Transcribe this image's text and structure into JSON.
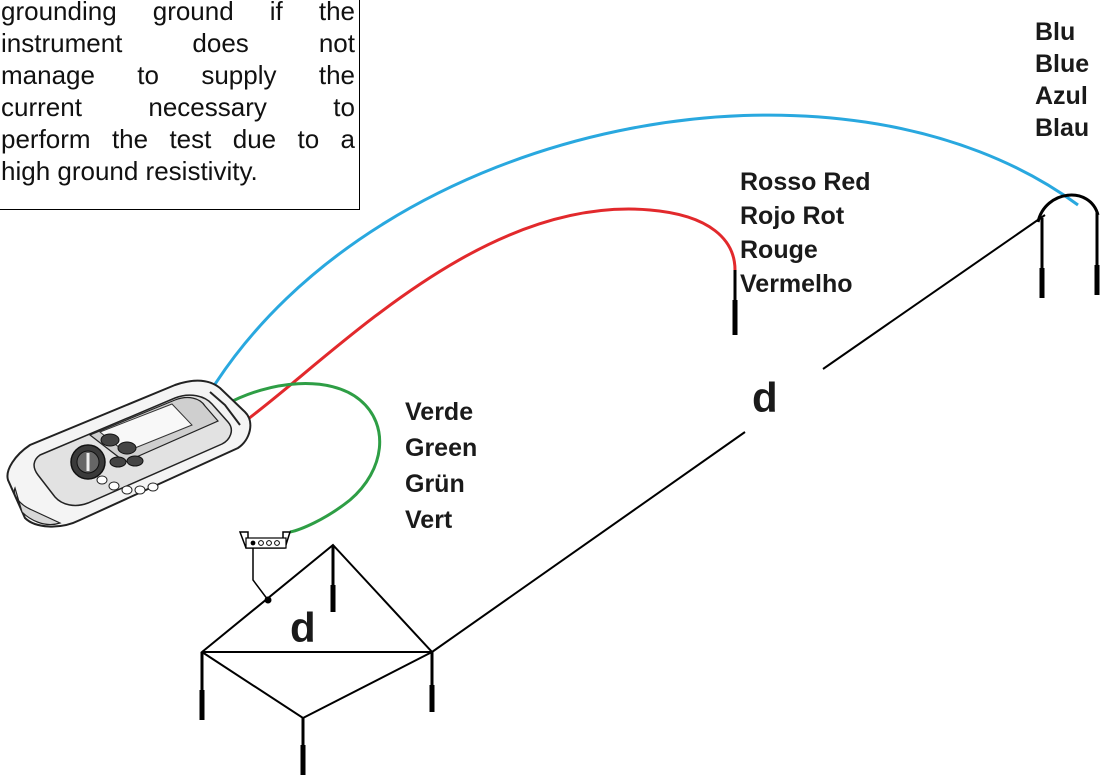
{
  "note": {
    "lines": [
      "grounding ground if the",
      "instrument does not",
      "manage to supply the",
      "current necessary to",
      "perform the test due to a",
      "high ground resistivity."
    ]
  },
  "leads": {
    "blue": {
      "names": [
        "Blu",
        "Blue",
        "Azul",
        "Blau"
      ],
      "color": "#29a8df"
    },
    "red": {
      "names": [
        "Rosso Red",
        "Rojo Rot",
        "Rouge",
        "Vermelho"
      ],
      "color": "#e2292c"
    },
    "green": {
      "names": [
        "Verde",
        "Green",
        "Grün",
        "Vert"
      ],
      "color": "#2e9e45"
    }
  },
  "distance": {
    "large": "d",
    "small": "d"
  }
}
